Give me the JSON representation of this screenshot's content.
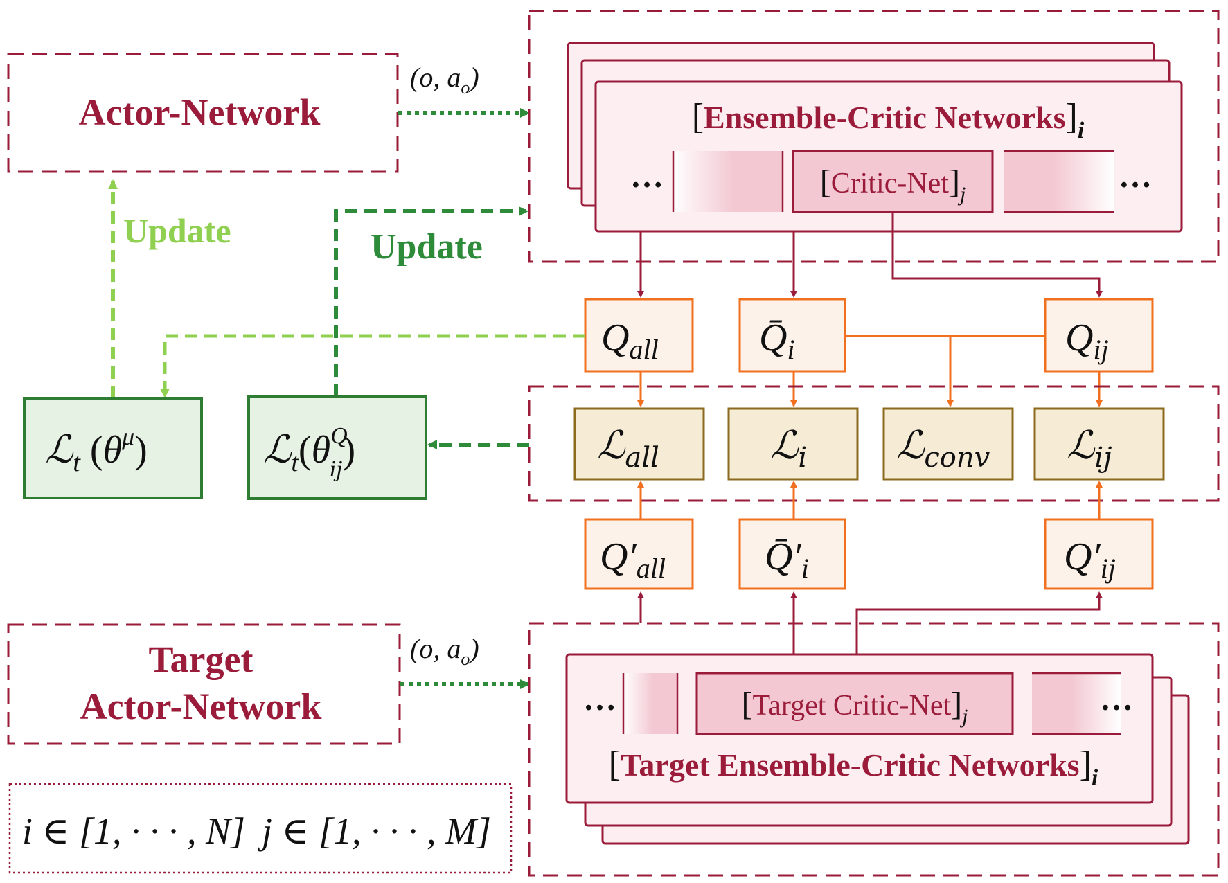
{
  "colors": {
    "crimson": "#9b1c3a",
    "orange": "#f07020",
    "light_green": "#90d050",
    "dark_green": "#2e8b3a",
    "green_box_fill": "#e6f2e4",
    "green_box_stroke": "#2e7d32",
    "q_box_fill": "#fdf2ea",
    "loss_box_fill": "#f6ecd6",
    "loss_box_stroke": "#8b6a1e",
    "critic_fill": "#fbe3e8"
  },
  "actor": {
    "title": "Actor-Network",
    "io_label": "(o, a",
    "io_sub": "o",
    "io_close": ")"
  },
  "target_actor": {
    "title_line1": "Target",
    "title_line2": "Actor-Network",
    "io_label": "(o, a",
    "io_sub": "o",
    "io_close": ")"
  },
  "ensemble": {
    "title": "Ensemble-Critic Networks",
    "title_index": "i",
    "critic_label": "Critic-Net",
    "critic_index": "j",
    "ellipsis_left": "…",
    "ellipsis_right": "…"
  },
  "target_ensemble": {
    "title": "Target Ensemble-Critic Networks",
    "title_index": "i",
    "critic_label": "Target Critic-Net",
    "critic_index": "j",
    "ellipsis_left": "…",
    "ellipsis_right": "…"
  },
  "updates": {
    "left": "Update",
    "right": "Update"
  },
  "q_boxes": [
    {
      "id": "q-all",
      "base": "Q",
      "sub": "all"
    },
    {
      "id": "q-bar-i",
      "base": "Q̄",
      "sub": "i"
    },
    {
      "id": "q-ij",
      "base": "Q",
      "sub": "ij"
    }
  ],
  "q_prime_boxes": [
    {
      "id": "q-prime-all",
      "base": "Q′",
      "sub": "all"
    },
    {
      "id": "q-bar-prime-i",
      "base": "Q̄′",
      "sub": "i"
    },
    {
      "id": "q-prime-ij",
      "base": "Q′",
      "sub": "ij"
    }
  ],
  "loss_boxes": [
    {
      "id": "loss-all",
      "base": "ℒ",
      "sub": "all"
    },
    {
      "id": "loss-i",
      "base": "ℒ",
      "sub": "i"
    },
    {
      "id": "loss-conv",
      "base": "ℒ",
      "sub": "conv"
    },
    {
      "id": "loss-ij",
      "base": "ℒ",
      "sub": "ij"
    }
  ],
  "actor_loss": {
    "base": "ℒ",
    "sub": "t",
    "arg": "(θ",
    "sup": "μ",
    "close": ")"
  },
  "critic_loss": {
    "base": "ℒ",
    "sub": "t",
    "arg": "(θ",
    "sup": "Q",
    "sub2": "ij",
    "close": ")"
  },
  "legend": {
    "i_text": "i ∈ [1, · · · , N]",
    "j_text": "j ∈ [1, · · · , M]"
  }
}
